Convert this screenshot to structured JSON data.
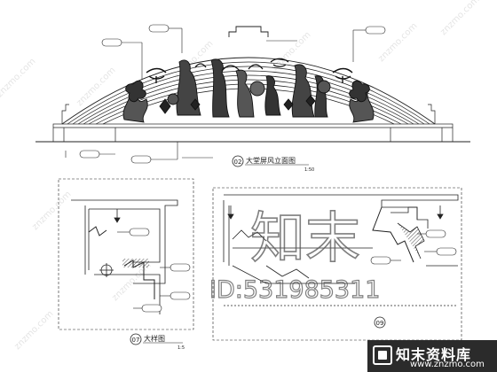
{
  "watermark": {
    "brand": "知末",
    "id_text": "ID:531985311",
    "diagonal_url": "znzmo.com"
  },
  "badge": {
    "title": "知末资料库",
    "url": "www.znzmo.com"
  },
  "elevation": {
    "caption_number": "02",
    "caption": "大堂屏风立面图",
    "scale": "1:50"
  },
  "detail_left": {
    "caption_number": "07",
    "caption": "大样图",
    "scale": "1:5"
  },
  "detail_right": {
    "caption_number": "09"
  }
}
